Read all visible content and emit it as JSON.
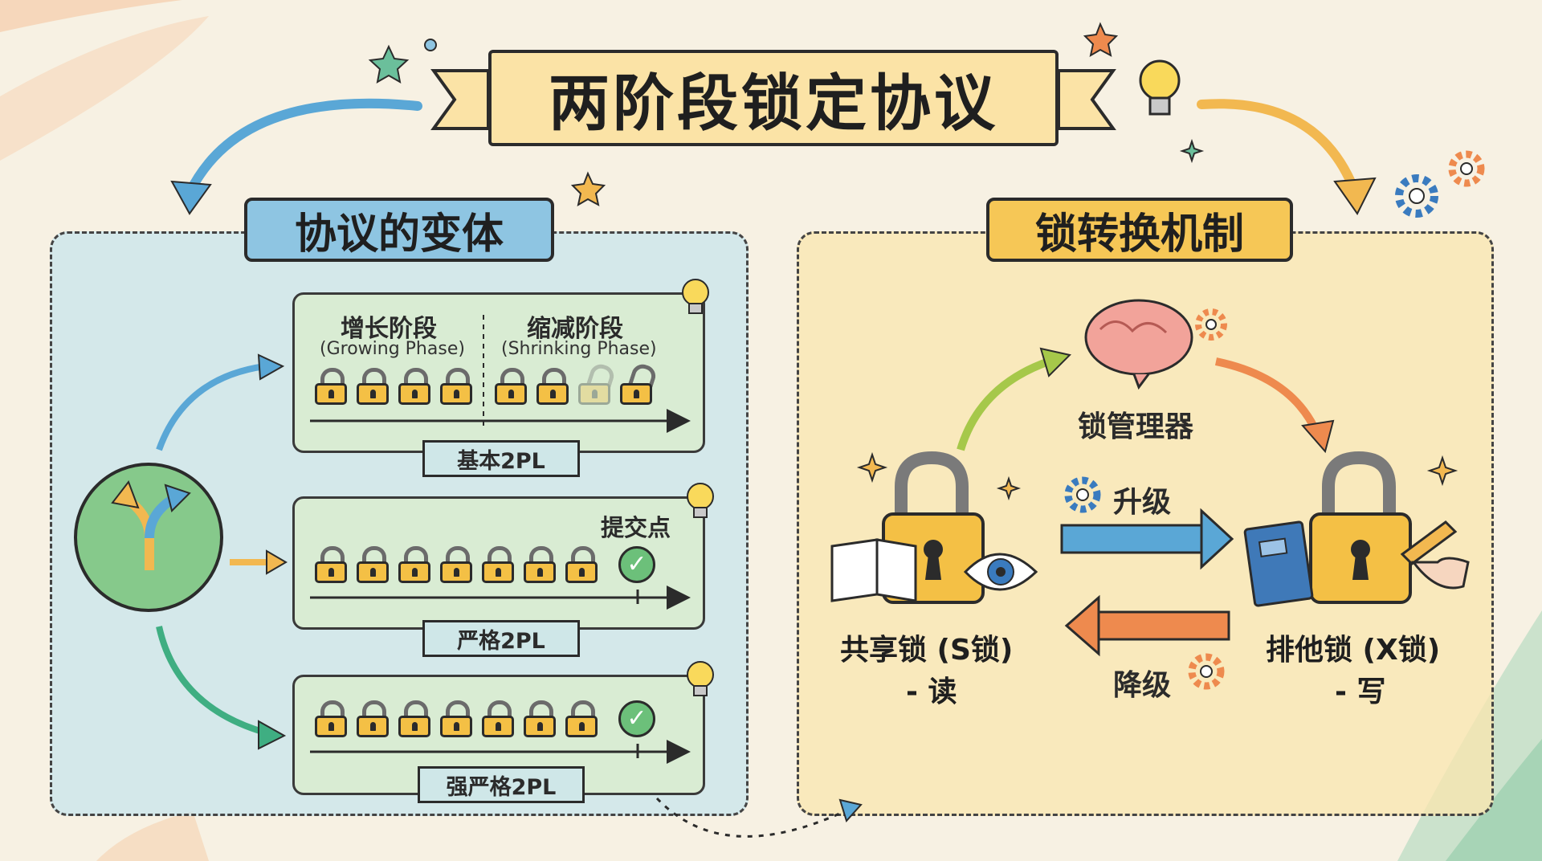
{
  "title": "两阶段锁定协议",
  "left_section": {
    "heading": "协议的变体",
    "basic": {
      "growing_cn": "增长阶段",
      "growing_en": "(Growing Phase)",
      "shrinking_cn": "缩减阶段",
      "shrinking_en": "(Shrinking Phase)",
      "label": "基本2PL"
    },
    "strict": {
      "commit_point": "提交点",
      "label": "严格2PL"
    },
    "rigorous": {
      "label": "强严格2PL"
    }
  },
  "right_section": {
    "heading": "锁转换机制",
    "lock_manager": "锁管理器",
    "upgrade": "升级",
    "downgrade": "降级",
    "shared_lock": "共享锁 (S锁)",
    "shared_lock_op": "- 读",
    "exclusive_lock": "排他锁 (X锁)",
    "exclusive_lock_op": "- 写"
  },
  "colors": {
    "left_panel": "#c8e4ec",
    "right_panel": "#fae6af",
    "lock_body": "#f4c045",
    "variant_box": "#d9ecd3",
    "upgrade_arrow": "#5aa7d6",
    "downgrade_arrow": "#ee8a4e"
  }
}
